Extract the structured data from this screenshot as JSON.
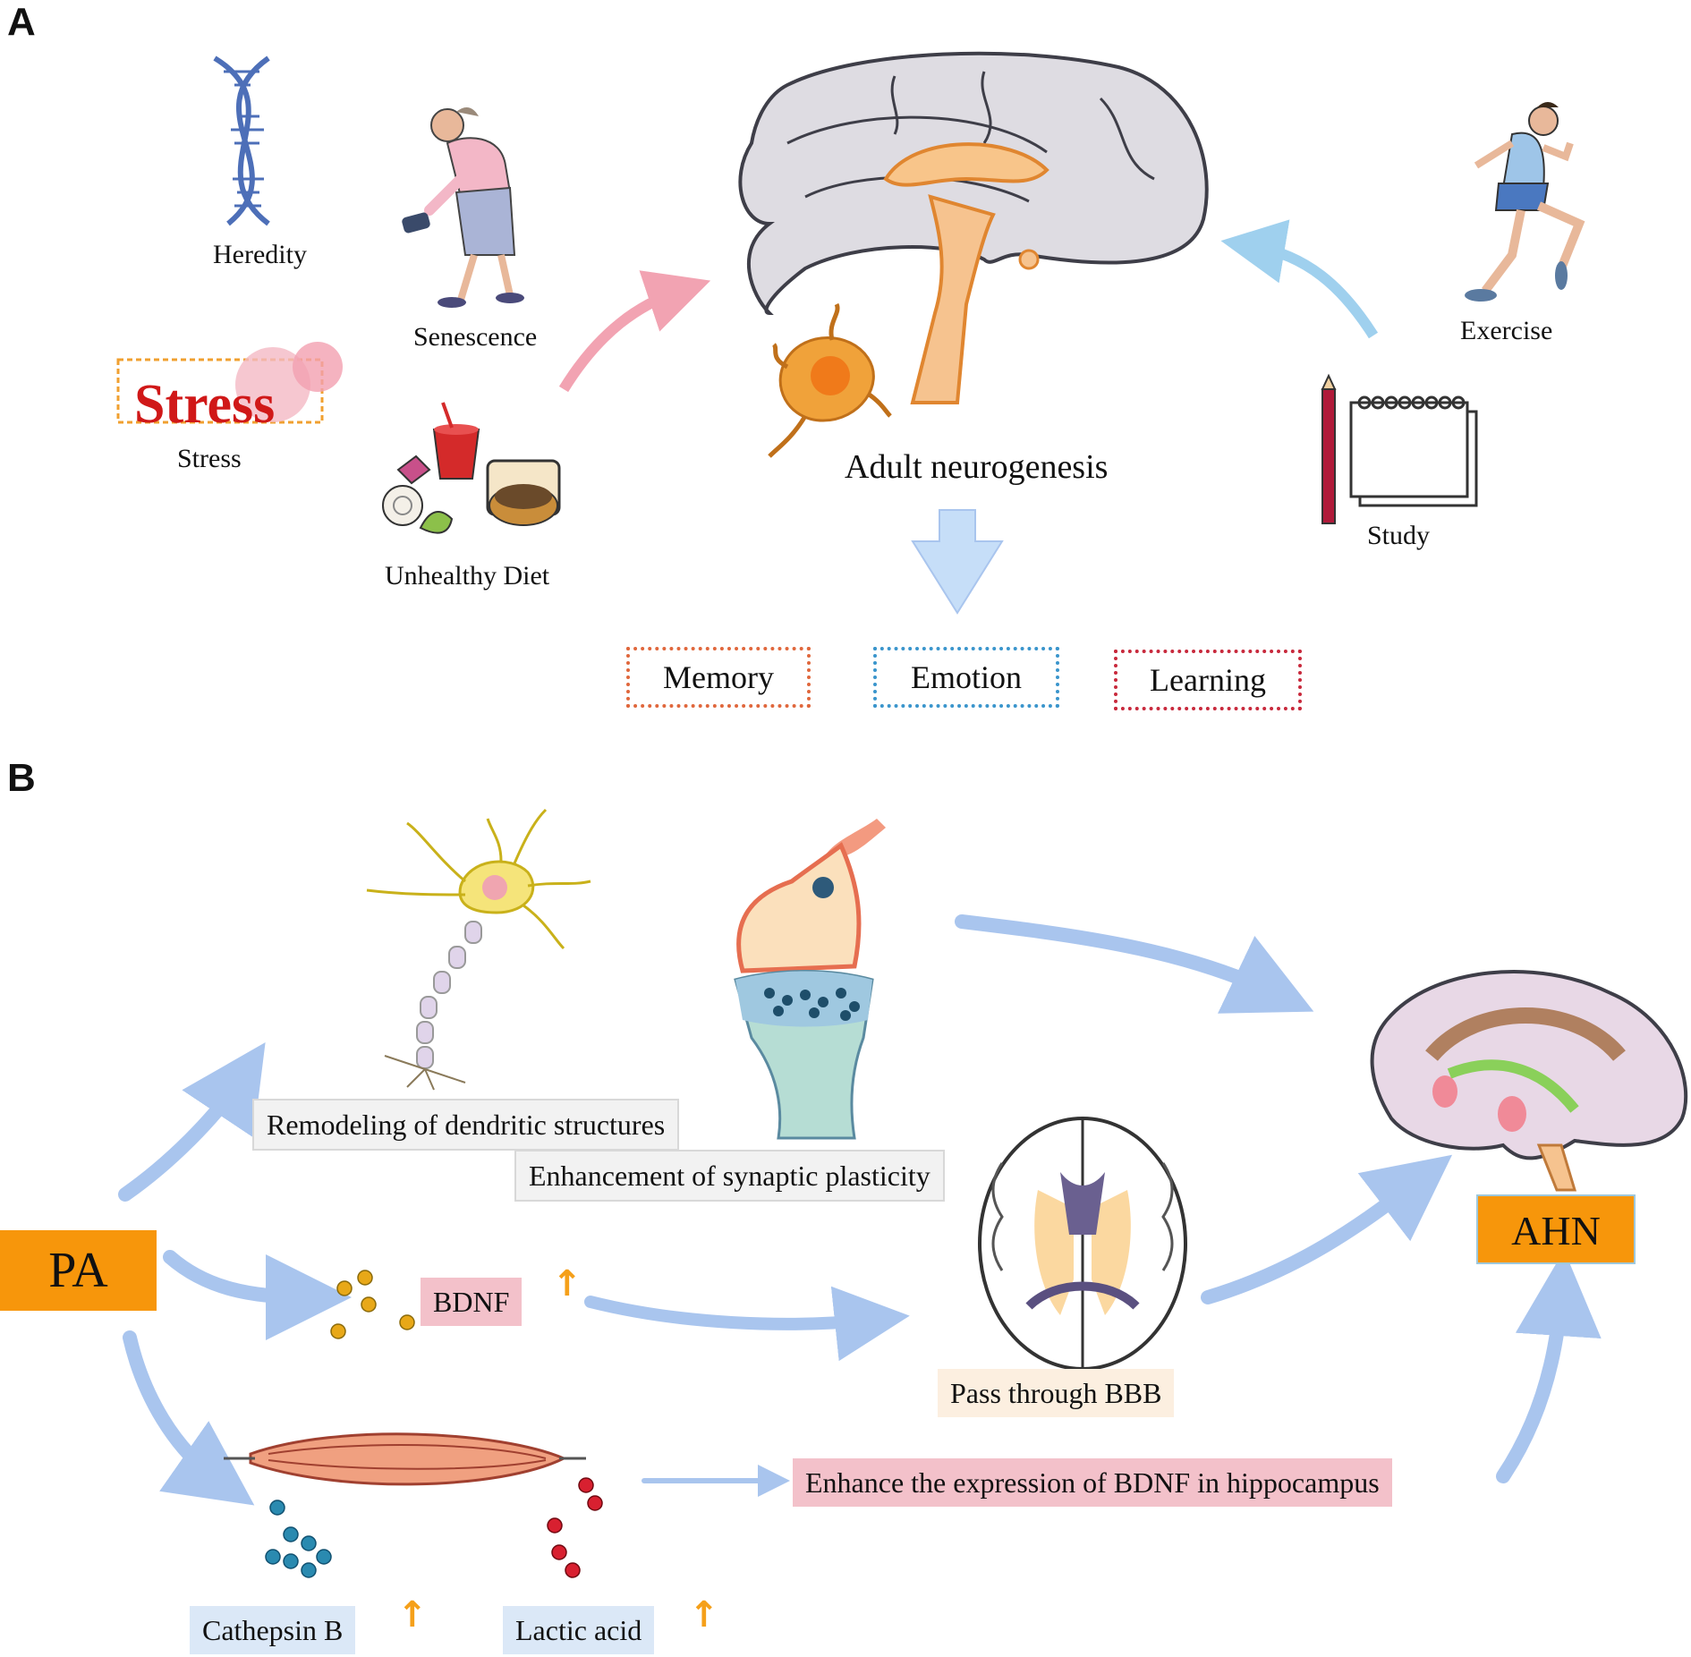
{
  "panel_a": {
    "letter": "A",
    "factors": {
      "heredity": "Heredity",
      "senescence": "Senescence",
      "stress_word": "Stress",
      "stress": "Stress",
      "diet": "Unhealthy Diet",
      "exercise": "Exercise",
      "study": "Study"
    },
    "center": "Adult neurogenesis",
    "outcomes": [
      "Memory",
      "Emotion",
      "Learning"
    ]
  },
  "panel_b": {
    "letter": "B",
    "source": "PA",
    "target": "AHN",
    "dendritic": "Remodeling of dendritic structures",
    "synaptic": "Enhancement of synaptic plasticity",
    "bdnf": "BDNF",
    "bbb": "Pass through BBB",
    "hippocampus": "Enhance the expression of BDNF in hippocampus",
    "cathepsin": "Cathepsin B",
    "lactic": "Lactic acid",
    "increase_symbol": "↑"
  },
  "colors": {
    "pa_orange": "#f7960b",
    "arrow_blue": "#a9c5ee",
    "arrow_pink": "#f2a3b2",
    "memory_border": "#e0673c",
    "emotion_border": "#3a95cc",
    "learning_border": "#c8293c",
    "bdnf_bg": "#f3c1ca",
    "bbb_bg": "#fcefe0",
    "cathepsin_bg": "#dbe8f7"
  }
}
